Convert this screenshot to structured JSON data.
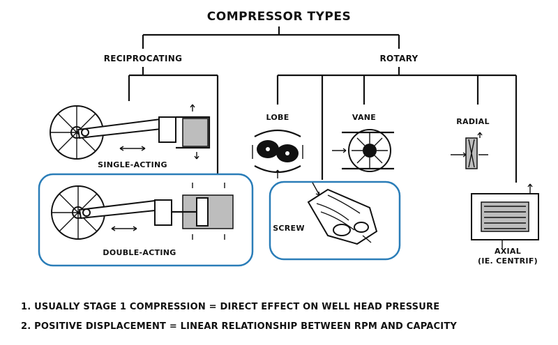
{
  "title": "COMPRESSOR TYPES",
  "branches": {
    "reciprocating": "RECIPROCATING",
    "rotary": "ROTARY"
  },
  "types": {
    "single_acting": "SINGLE-ACTING",
    "double_acting": "DOUBLE-ACTING",
    "lobe": "LOBE",
    "vane": "VANE",
    "screw": "SCREW",
    "radial": "RADIAL",
    "axial_line1": "AXIAL",
    "axial_line2": "(IE. CENTRIF)"
  },
  "notes": [
    "1. USUALLY STAGE 1 COMPRESSION = DIRECT EFFECT ON WELL HEAD PRESSURE",
    "2. POSITIVE DISPLACEMENT = LINEAR RELATIONSHIP BETWEEN RPM AND CAPACITY"
  ],
  "colors": {
    "highlight": "#2a7db8",
    "ink": "#111111"
  }
}
